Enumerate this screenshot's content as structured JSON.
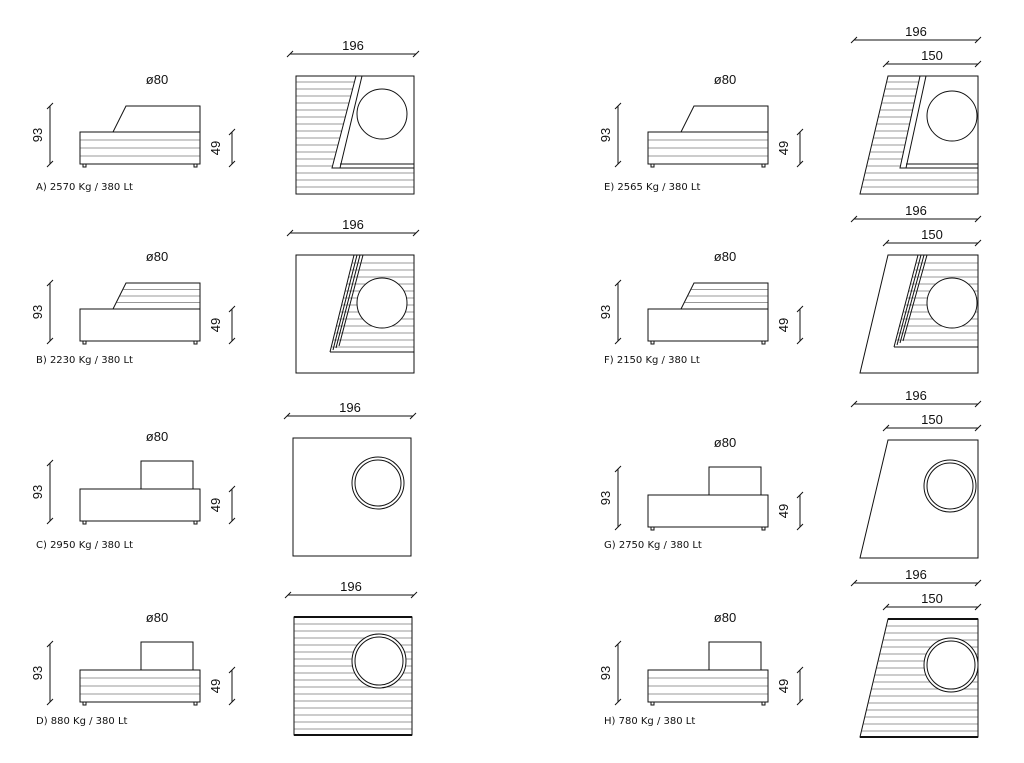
{
  "variants": [
    {
      "id": "A",
      "caption": "A) 2570 Kg / 380 Lt",
      "height_total": "93",
      "height_seat": "49",
      "diameter": "ø80",
      "width_top": "196",
      "width_inner": ""
    },
    {
      "id": "B",
      "caption": "B) 2230 Kg / 380 Lt",
      "height_total": "93",
      "height_seat": "49",
      "diameter": "ø80",
      "width_top": "196",
      "width_inner": ""
    },
    {
      "id": "C",
      "caption": "C) 2950 Kg / 380 Lt",
      "height_total": "93",
      "height_seat": "49",
      "diameter": "ø80",
      "width_top": "196",
      "width_inner": ""
    },
    {
      "id": "D",
      "caption": "D) 880 Kg / 380 Lt",
      "height_total": "93",
      "height_seat": "49",
      "diameter": "ø80",
      "width_top": "196",
      "width_inner": ""
    },
    {
      "id": "E",
      "caption": "E) 2565 Kg / 380 Lt",
      "height_total": "93",
      "height_seat": "49",
      "diameter": "ø80",
      "width_top": "196",
      "width_inner": "150"
    },
    {
      "id": "F",
      "caption": "F) 2150 Kg / 380 Lt",
      "height_total": "93",
      "height_seat": "49",
      "diameter": "ø80",
      "width_top": "196",
      "width_inner": "150"
    },
    {
      "id": "G",
      "caption": "G) 2750 Kg / 380 Lt",
      "height_total": "93",
      "height_seat": "49",
      "diameter": "ø80",
      "width_top": "196",
      "width_inner": "150"
    },
    {
      "id": "H",
      "caption": "H) 780 Kg / 380 Lt",
      "height_total": "93",
      "height_seat": "49",
      "diameter": "ø80",
      "width_top": "196",
      "width_inner": "150"
    }
  ]
}
